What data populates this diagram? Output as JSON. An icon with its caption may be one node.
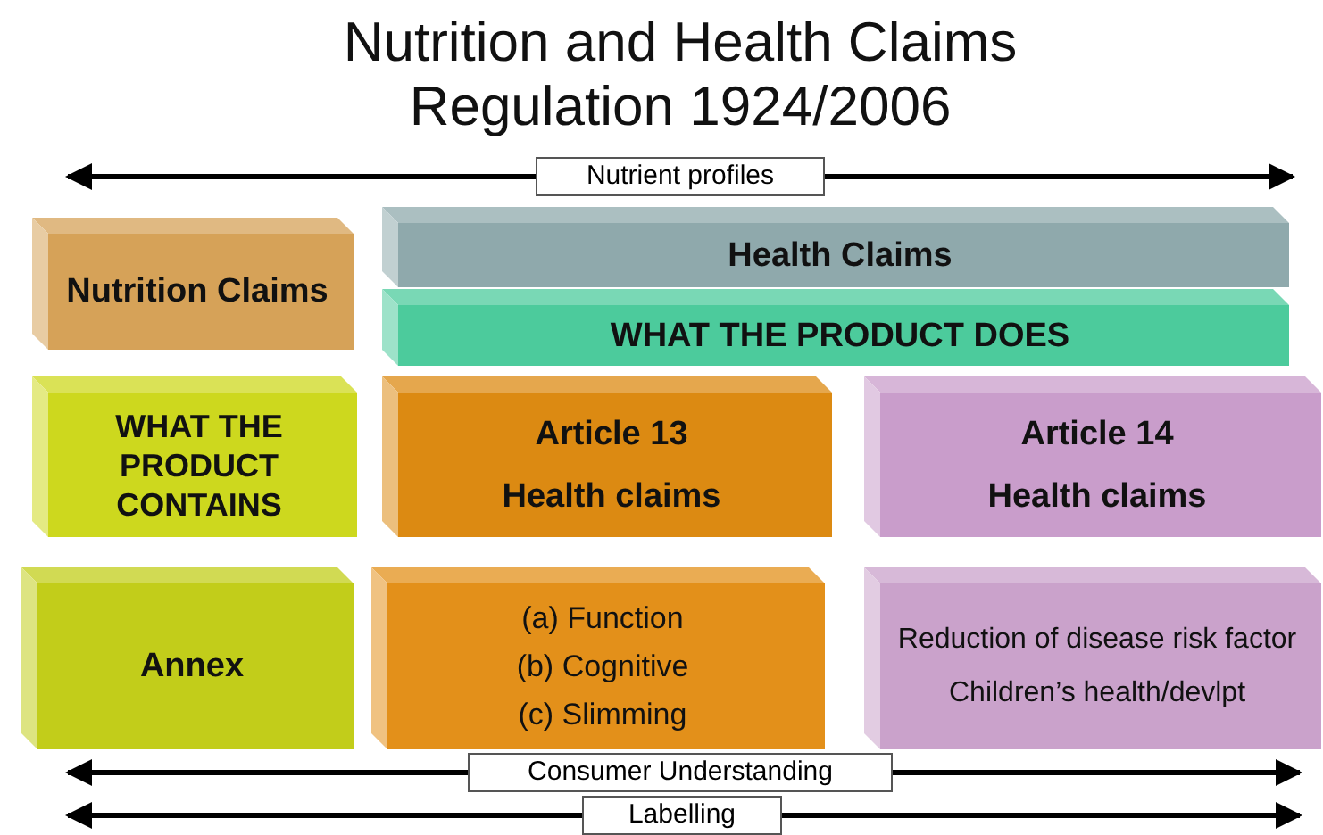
{
  "diagram": {
    "title": "Nutrition and Health Claims Regulation 1924/2006",
    "nodes": [
      {
        "text": [
          "Nutrition Claims"
        ]
      },
      {
        "text": [
          "Health Claims"
        ]
      },
      {
        "text": [
          "WHAT THE PRODUCT DOES"
        ]
      },
      {
        "text": [
          "WHAT THE PRODUCT CONTAINS"
        ]
      },
      {
        "text": [
          "Article 13",
          "Health claims"
        ]
      },
      {
        "text": [
          "Article 14",
          "Health claims"
        ]
      },
      {
        "text": [
          "Annex"
        ]
      },
      {
        "text": [
          "(a) Function",
          "(b) Cognitive",
          "(c) Slimming"
        ]
      },
      {
        "text": [
          "Reduction of disease risk factor",
          "Children’s health/devlpt"
        ]
      }
    ],
    "edges": [],
    "labels": [
      "Nutrient profiles",
      "Consumer Understanding",
      "Labelling"
    ]
  }
}
